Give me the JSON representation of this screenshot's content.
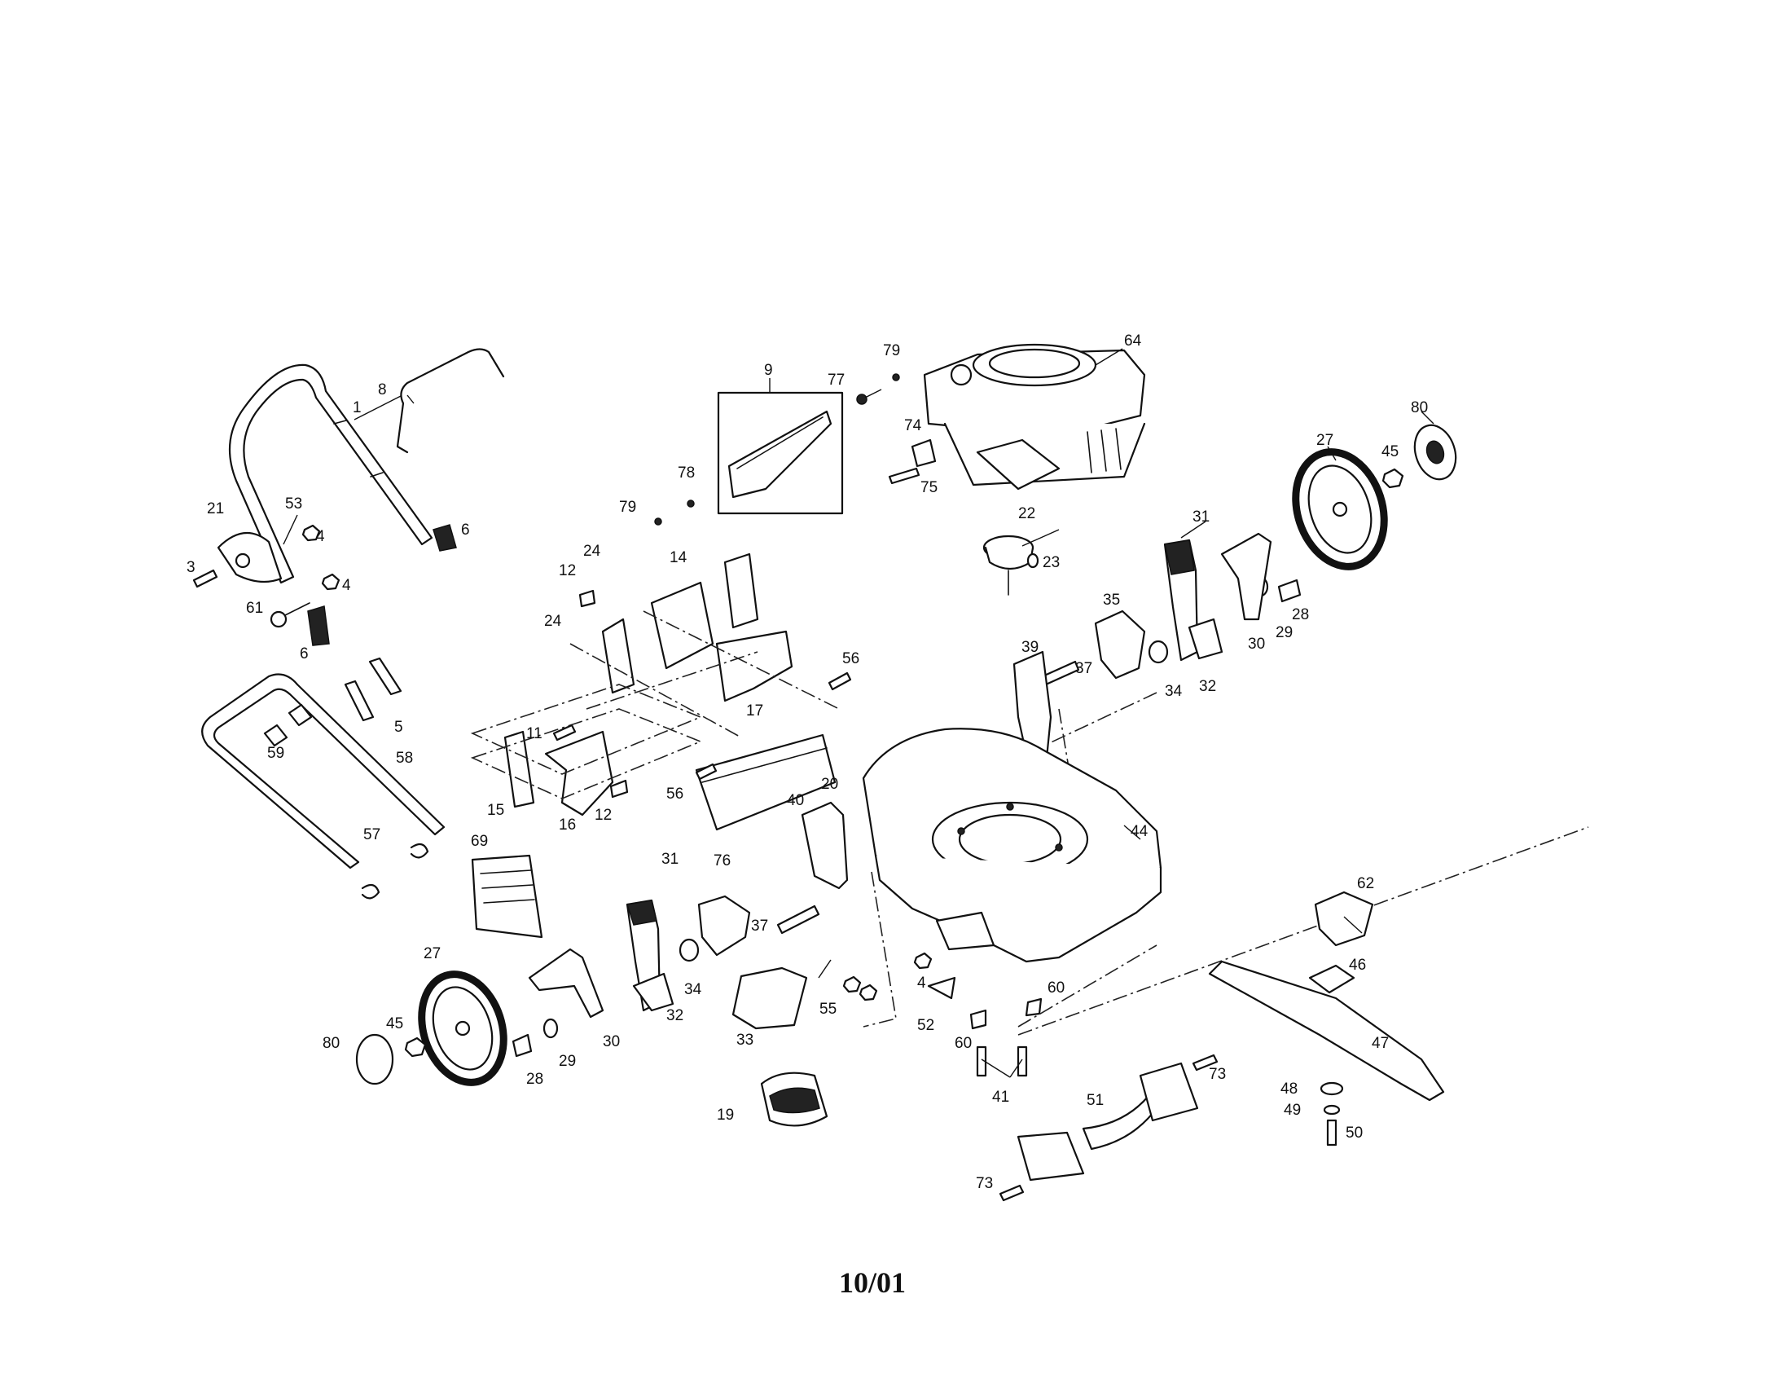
{
  "footer": {
    "date_code": "10/01"
  },
  "callouts": {
    "c1": "1",
    "c3": "3",
    "c4a": "4",
    "c4b": "4",
    "c4c": "4",
    "c5": "5",
    "c6a": "6",
    "c6b": "6",
    "c8": "8",
    "c9": "9",
    "c11": "11",
    "c12a": "12",
    "c12b": "12",
    "c14": "14",
    "c15": "15",
    "c16": "16",
    "c17": "17",
    "c19": "19",
    "c20": "20",
    "c21": "21",
    "c22": "22",
    "c23": "23",
    "c24a": "24",
    "c24b": "24",
    "c27a": "27",
    "c27b": "27",
    "c28a": "28",
    "c28b": "28",
    "c29a": "29",
    "c29b": "29",
    "c30a": "30",
    "c30b": "30",
    "c31a": "31",
    "c31b": "31",
    "c32a": "32",
    "c32b": "32",
    "c33": "33",
    "c34a": "34",
    "c34b": "34",
    "c35": "35",
    "c37a": "37",
    "c37b": "37",
    "c39": "39",
    "c40": "40",
    "c41": "41",
    "c44": "44",
    "c45a": "45",
    "c45b": "45",
    "c46": "46",
    "c47": "47",
    "c48": "48",
    "c49": "49",
    "c50": "50",
    "c51": "51",
    "c52": "52",
    "c53": "53",
    "c55": "55",
    "c56a": "56",
    "c56b": "56",
    "c57": "57",
    "c58": "58",
    "c59": "59",
    "c60a": "60",
    "c60b": "60",
    "c61": "61",
    "c62": "62",
    "c64": "64",
    "c69": "69",
    "c73a": "73",
    "c73b": "73",
    "c74": "74",
    "c75": "75",
    "c76": "76",
    "c77": "77",
    "c78": "78",
    "c79a": "79",
    "c79b": "79",
    "c80a": "80",
    "c80b": "80"
  }
}
